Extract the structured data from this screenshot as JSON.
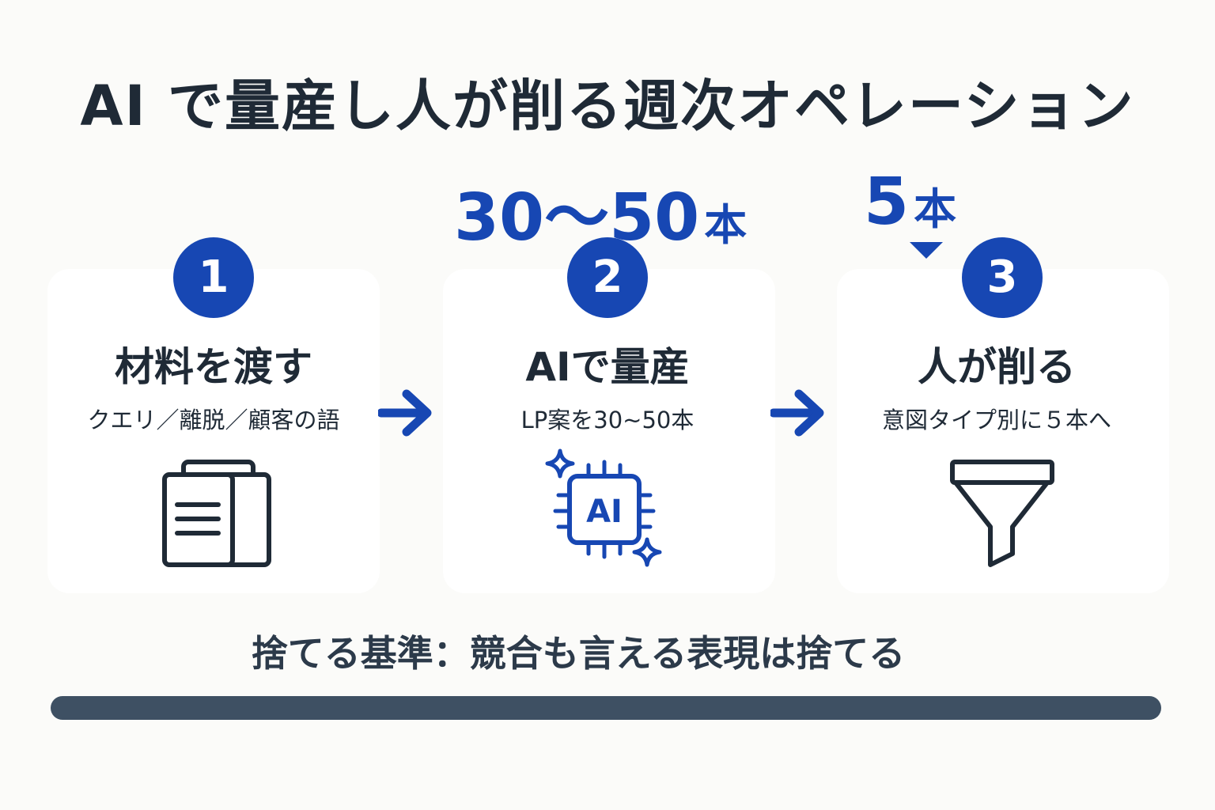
{
  "title": "AI で量産し人が削る週次オペレーション",
  "colors": {
    "accent": "#1747b3",
    "text": "#1f2a36",
    "bar": "#3e5063",
    "background": "#fbfbf9",
    "card": "#ffffff"
  },
  "steps": [
    {
      "number": "1",
      "title": "材料を渡す",
      "description": "クエリ／離脱／顧客の語",
      "icon": "documents-icon"
    },
    {
      "number": "2",
      "title": "AIで量産",
      "description": "LP案を30~50本",
      "icon": "ai-chip-icon",
      "icon_text": "AI",
      "count": {
        "value": "30〜50",
        "unit": "本"
      }
    },
    {
      "number": "3",
      "title": "人が削る",
      "description": "意図タイプ別に５本へ",
      "icon": "funnel-icon",
      "count": {
        "value": "5",
        "unit": "本"
      }
    }
  ],
  "arrows": [
    "arrow-right-icon",
    "arrow-right-icon"
  ],
  "discard_rule": "捨てる基準：競合も言える表現は捨てる"
}
